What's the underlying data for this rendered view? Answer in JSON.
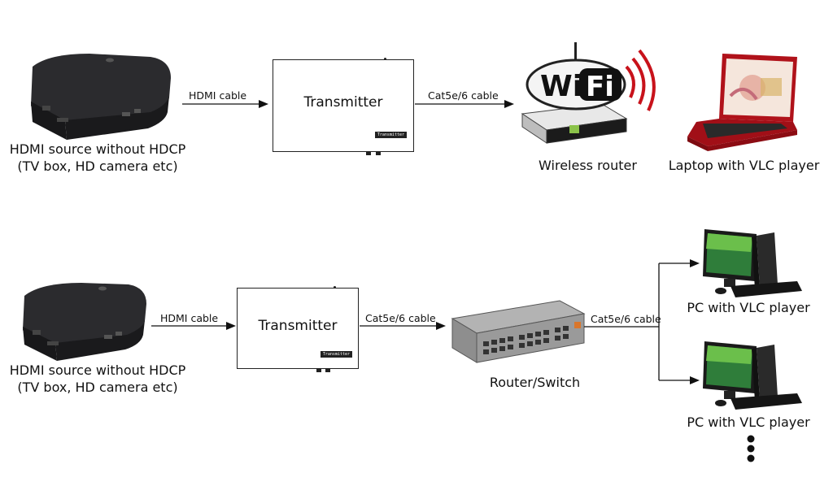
{
  "row1": {
    "source_label_line1": "HDMI source without HDCP",
    "source_label_line2": "(TV box, HD camera etc)",
    "cable1": "HDMI cable",
    "transmitter": "Transmitter",
    "transmitter_badge": "Transmitter",
    "cable2": "Cat5e/6 cable",
    "router_label": "Wireless router",
    "wifi_logo": "WiFi",
    "laptop_label": "Laptop with VLC player"
  },
  "row2": {
    "source_label_line1": "HDMI source without HDCP",
    "source_label_line2": "(TV box, HD camera etc)",
    "cable1": "HDMI cable",
    "transmitter": "Transmitter",
    "transmitter_badge": "Transmitter",
    "cable2": "Cat5e/6 cable",
    "switch_label": "Router/Switch",
    "cable3": "Cat5e/6 cable",
    "pc_label_1": "PC with VLC player",
    "pc_label_2": "PC with VLC player"
  },
  "colors": {
    "line": "#111111",
    "device": "#1f1f22",
    "laptop_red": "#b0121a",
    "wifi_red": "#c8121b"
  },
  "icons": [
    "tv-box-icon",
    "wifi-router-icon",
    "laptop-icon",
    "network-switch-icon",
    "pc-icon",
    "ellipsis-icon"
  ]
}
